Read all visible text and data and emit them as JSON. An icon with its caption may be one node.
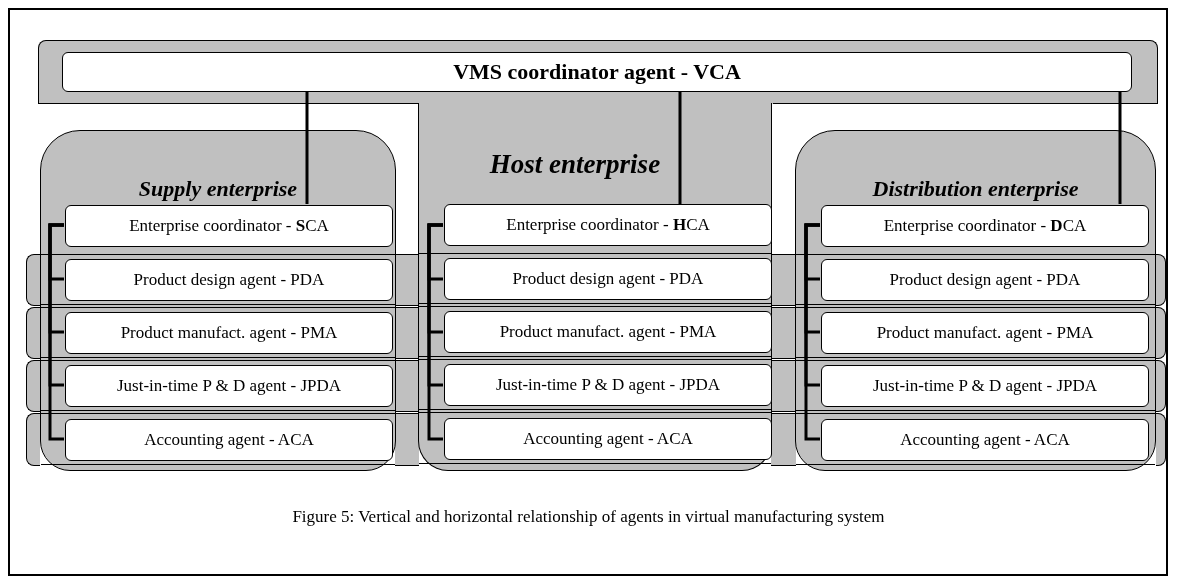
{
  "diagram": {
    "caption": "Figure 5: Vertical and horizontal relationship of agents in virtual manufacturing system",
    "nodes": [
      {
        "text": [
          "VMS coordinator agent - VCA"
        ]
      },
      {
        "text": [
          "Supply enterprise"
        ]
      },
      {
        "text": [
          "Enterprise coordinator - **S**CA"
        ],
        "in": 1
      },
      {
        "text": [
          "Host enterprise"
        ]
      },
      {
        "text": [
          "Enterprise coordinator - **H**CA"
        ],
        "in": 3
      },
      {
        "text": [
          "Distribution enterprise"
        ]
      },
      {
        "text": [
          "Enterprise coordinator - **D**CA"
        ],
        "in": 5
      },
      {
        "text": [
          "Product design agent - PDA"
        ],
        "in": 1
      },
      {
        "text": [
          "Product design agent - PDA"
        ],
        "in": 3
      },
      {
        "text": [
          "Product design agent - PDA"
        ],
        "in": 5
      },
      {
        "text": [
          "Product manufact. agent - PMA"
        ],
        "in": 1
      },
      {
        "text": [
          "Product manufact. agent - PMA"
        ],
        "in": 3
      },
      {
        "text": [
          "Product manufact. agent - PMA"
        ],
        "in": 5
      },
      {
        "text": [
          "Just-in-time P & D agent - JPDA"
        ],
        "in": 1
      },
      {
        "text": [
          "Just-in-time P & D agent - JPDA"
        ],
        "in": 3
      },
      {
        "text": [
          "Just-in-time P & D agent - JPDA"
        ],
        "in": 5
      },
      {
        "text": [
          "Accounting agent - ACA"
        ],
        "in": 1
      },
      {
        "text": [
          "Accounting agent - ACA"
        ],
        "in": 3
      },
      {
        "text": [
          "Accounting agent - ACA"
        ],
        "in": 5
      }
    ],
    "edges": [
      {
        "from": 0,
        "to": 2,
        "arrow": "none"
      },
      {
        "from": 0,
        "to": 4,
        "arrow": "none"
      },
      {
        "from": 0,
        "to": 6,
        "arrow": "none"
      },
      {
        "from": 2,
        "to": 7,
        "arrow": "none"
      },
      {
        "from": 2,
        "to": 10,
        "arrow": "none"
      },
      {
        "from": 2,
        "to": 13,
        "arrow": "none"
      },
      {
        "from": 2,
        "to": 16,
        "arrow": "none"
      },
      {
        "from": 4,
        "to": 8,
        "arrow": "none"
      },
      {
        "from": 4,
        "to": 11,
        "arrow": "none"
      },
      {
        "from": 4,
        "to": 14,
        "arrow": "none"
      },
      {
        "from": 4,
        "to": 17,
        "arrow": "none"
      },
      {
        "from": 6,
        "to": 9,
        "arrow": "none"
      },
      {
        "from": 6,
        "to": 12,
        "arrow": "none"
      },
      {
        "from": 6,
        "to": 15,
        "arrow": "none"
      },
      {
        "from": 6,
        "to": 18,
        "arrow": "none"
      }
    ]
  }
}
